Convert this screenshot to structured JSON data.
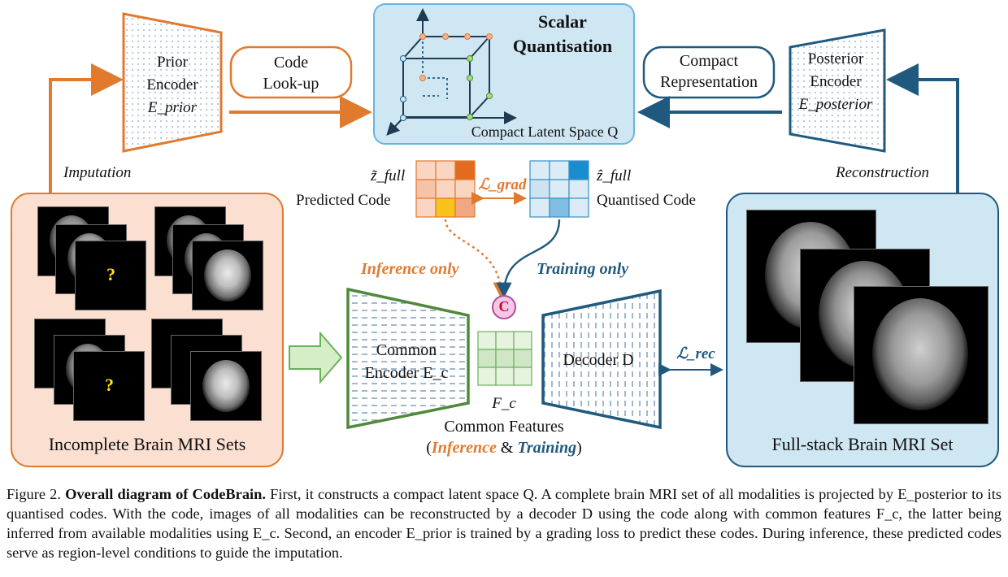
{
  "diagram": {
    "title_line1": "Scalar",
    "title_line2": "Quantisation",
    "latent_space_label": "Compact Latent Space Q",
    "prior_encoder": {
      "line1": "Prior",
      "line2": "Encoder",
      "symbol": "E_prior"
    },
    "posterior_encoder": {
      "line1": "Posterior",
      "line2": "Encoder",
      "symbol": "E_posterior"
    },
    "code_lookup": {
      "line1": "Code",
      "line2": "Look-up"
    },
    "compact_rep": {
      "line1": "Compact",
      "line2": "Representation"
    },
    "imputation": "Imputation",
    "reconstruction": "Reconstruction",
    "predicted_code": {
      "symbol": "z̃_full",
      "label": "Predicted Code"
    },
    "quantised_code": {
      "symbol": "ẑ_full",
      "label": "Quantised Code"
    },
    "grad_loss": "ℒ_grad",
    "rec_loss": "ℒ_rec",
    "inference_only": "Inference only",
    "training_only": "Training only",
    "concat_symbol": "C",
    "common_encoder": {
      "line1": "Common",
      "line2": "Encoder E_c"
    },
    "decoder": "Decoder D",
    "common_features": {
      "symbol": "F_c",
      "label": "Common Features",
      "inference": "Inference",
      "amp": "&",
      "training": "Training"
    },
    "incomplete_set": "Incomplete Brain MRI Sets",
    "full_set": "Full-stack Brain MRI Set",
    "missing_marker": "?"
  },
  "colors": {
    "orange": "#e07a2f",
    "blue": "#1f5a7e",
    "light_blue_fill": "#cfe6f3",
    "peach_fill": "#fbe0d2",
    "green": "#4e8a3a",
    "magenta": "#c0007a"
  },
  "caption": {
    "label": "Figure 2.",
    "title": "Overall diagram of CodeBrain.",
    "body": "First, it constructs a compact latent space Q. A complete brain MRI set of all modalities is projected by E_posterior to its quantised codes. With the code, images of all modalities can be reconstructed by a decoder D using the code along with common features F_c, the latter being inferred from available modalities using E_c. Second, an encoder E_prior is trained by a grading loss to predict these codes. During inference, these predicted codes serve as region-level conditions to guide the imputation."
  }
}
